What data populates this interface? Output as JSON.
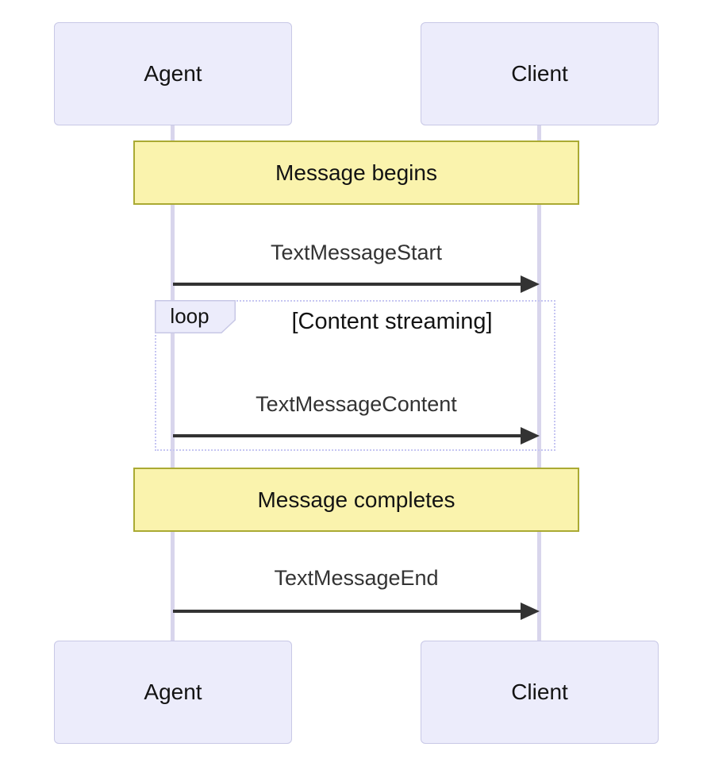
{
  "diagram": {
    "type": "sequence-diagram",
    "actors": [
      {
        "id": "agent",
        "label": "Agent"
      },
      {
        "id": "client",
        "label": "Client"
      }
    ],
    "notes": [
      {
        "text": "Message begins",
        "over": "Agent,Client"
      },
      {
        "text": "Message completes",
        "over": "Agent,Client"
      }
    ],
    "messages": [
      {
        "from": "Agent",
        "to": "Client",
        "label": "TextMessageStart"
      },
      {
        "from": "Agent",
        "to": "Client",
        "label": "TextMessageContent",
        "in_loop": true
      },
      {
        "from": "Agent",
        "to": "Client",
        "label": "TextMessageEnd"
      }
    ],
    "loop": {
      "keyword": "loop",
      "guard": "[Content streaming]"
    }
  },
  "colors": {
    "actor_fill": "#ececfb",
    "actor_border": "#c8c8e6",
    "lifeline": "#d8d5ec",
    "note_fill": "#faf3ad",
    "note_border": "#aaaa33",
    "loop_border": "#c6c6f2",
    "arrow": "#333333",
    "message_text": "#333333",
    "text": "#131313",
    "bg": "#ffffff"
  }
}
